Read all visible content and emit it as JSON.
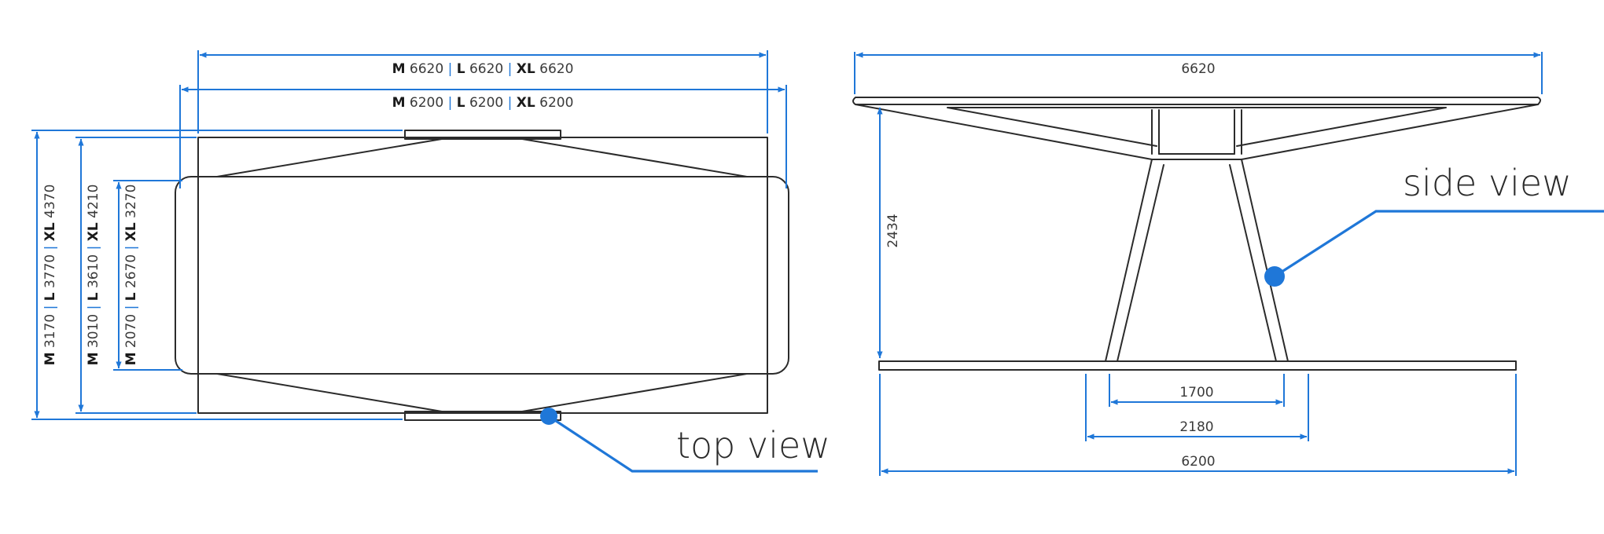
{
  "colors": {
    "dimension": "#1f77d8",
    "outline": "#2b2b2b",
    "text": "#3a3a3a"
  },
  "top_view": {
    "label": "top view",
    "length_outer": {
      "m_key": "M",
      "m": "6620",
      "l_key": "L",
      "l": "6620",
      "xl_key": "XL",
      "xl": "6620"
    },
    "length_inner": {
      "m_key": "M",
      "m": "6200",
      "l_key": "L",
      "l": "6200",
      "xl_key": "XL",
      "xl": "6200"
    },
    "width_outer": {
      "m_key": "M",
      "m": "3170",
      "l_key": "L",
      "l": "3770",
      "xl_key": "XL",
      "xl": "4370"
    },
    "width_middle": {
      "m_key": "M",
      "m": "3010",
      "l_key": "L",
      "l": "3610",
      "xl_key": "XL",
      "xl": "4210"
    },
    "width_inner": {
      "m_key": "M",
      "m": "2070",
      "l_key": "L",
      "l": "2670",
      "xl_key": "XL",
      "xl": "3270"
    }
  },
  "side_view": {
    "label": "side view",
    "width_top": "6620",
    "height": "2434",
    "base_inner": "1700",
    "base_outer": "2180",
    "base_total": "6200"
  },
  "separator": "|"
}
